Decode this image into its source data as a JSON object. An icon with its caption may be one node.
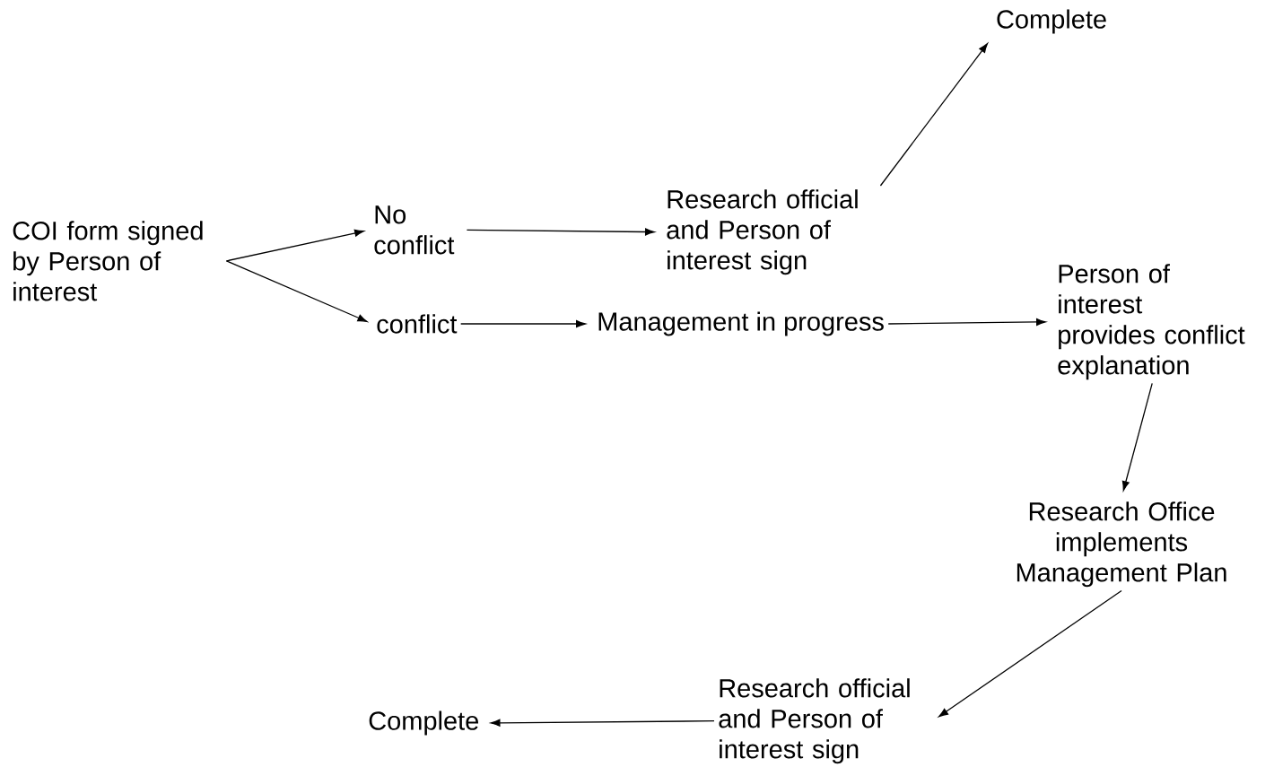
{
  "diagram": {
    "nodes": [
      {
        "text": [
          "COI form signed by Person of interest"
        ]
      },
      {
        "text": [
          "No conflict"
        ]
      },
      {
        "text": [
          "conflict"
        ]
      },
      {
        "text": [
          "Research official and Person of interest sign"
        ]
      },
      {
        "text": [
          "Complete"
        ]
      },
      {
        "text": [
          "Management in progress"
        ]
      },
      {
        "text": [
          "Person of interest provides conflict explanation"
        ]
      },
      {
        "text": [
          "Research Office implements Management Plan"
        ]
      },
      {
        "text": [
          "Research official and Person of interest sign"
        ]
      },
      {
        "text": [
          "Complete"
        ]
      }
    ],
    "edges": [
      {
        "from": 0,
        "to": 1,
        "arrow": "to"
      },
      {
        "from": 0,
        "to": 2,
        "arrow": "to"
      },
      {
        "from": 1,
        "to": 3,
        "arrow": "to"
      },
      {
        "from": 3,
        "to": 4,
        "arrow": "to"
      },
      {
        "from": 2,
        "to": 5,
        "arrow": "to"
      },
      {
        "from": 5,
        "to": 6,
        "arrow": "to"
      },
      {
        "from": 6,
        "to": 7,
        "arrow": "to"
      },
      {
        "from": 7,
        "to": 8,
        "arrow": "to"
      },
      {
        "from": 8,
        "to": 9,
        "arrow": "to"
      }
    ]
  }
}
